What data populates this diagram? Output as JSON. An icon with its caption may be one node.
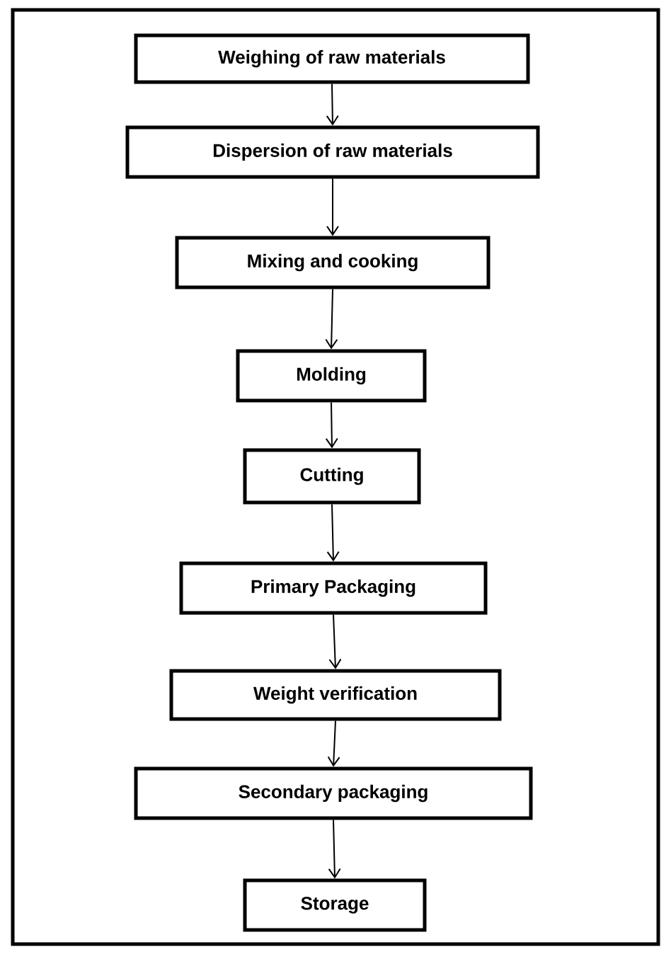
{
  "diagram": {
    "nodes": [
      {
        "text": [
          "Weighing of raw materials"
        ]
      },
      {
        "text": [
          "Dispersion of raw materials"
        ]
      },
      {
        "text": [
          "Mixing and cooking"
        ]
      },
      {
        "text": [
          "Molding"
        ]
      },
      {
        "text": [
          "Cutting"
        ]
      },
      {
        "text": [
          "Primary Packaging"
        ]
      },
      {
        "text": [
          "Weight verification"
        ]
      },
      {
        "text": [
          "Secondary packaging"
        ]
      },
      {
        "text": [
          "Storage"
        ]
      }
    ],
    "edges": [
      {
        "from": 0,
        "to": 1,
        "arrow": "to"
      },
      {
        "from": 1,
        "to": 2,
        "arrow": "to"
      },
      {
        "from": 2,
        "to": 3,
        "arrow": "to"
      },
      {
        "from": 3,
        "to": 4,
        "arrow": "to"
      },
      {
        "from": 4,
        "to": 5,
        "arrow": "to"
      },
      {
        "from": 5,
        "to": 6,
        "arrow": "to"
      },
      {
        "from": 6,
        "to": 7,
        "arrow": "to"
      },
      {
        "from": 7,
        "to": 8,
        "arrow": "to"
      }
    ]
  }
}
